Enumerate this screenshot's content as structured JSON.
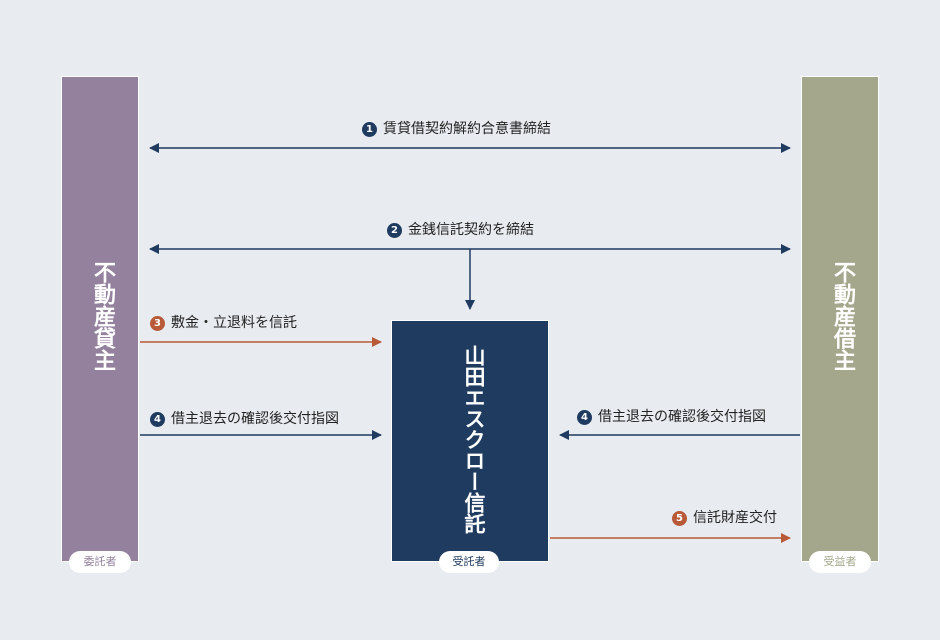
{
  "left_party": {
    "title": "不動産貸主",
    "role": "委託者",
    "color": "#93819d"
  },
  "right_party": {
    "title": "不動産借主",
    "role": "受益者",
    "color": "#a4a78c"
  },
  "trustee": {
    "title": "山田エスクロー信託",
    "role": "受託者",
    "color": "#1f3b60"
  },
  "flows": [
    {
      "num": "1",
      "label": "賃貸借契約解約合意書締結",
      "color": "#1f3b60"
    },
    {
      "num": "2",
      "label": "金銭信託契約を締結",
      "color": "#1f3b60"
    },
    {
      "num": "3",
      "label": "敷金・立退料を信託",
      "color": "#b85a37"
    },
    {
      "num": "4",
      "label": "借主退去の確認後交付指図",
      "color": "#1f3b60"
    },
    {
      "num": "4",
      "label": "借主退去の確認後交付指図",
      "color": "#1f3b60"
    },
    {
      "num": "5",
      "label": "信託財産交付",
      "color": "#b85a37"
    }
  ],
  "colors": {
    "navy": "#1f3b60",
    "rust": "#b85a37",
    "background": "#e8ebf0"
  }
}
